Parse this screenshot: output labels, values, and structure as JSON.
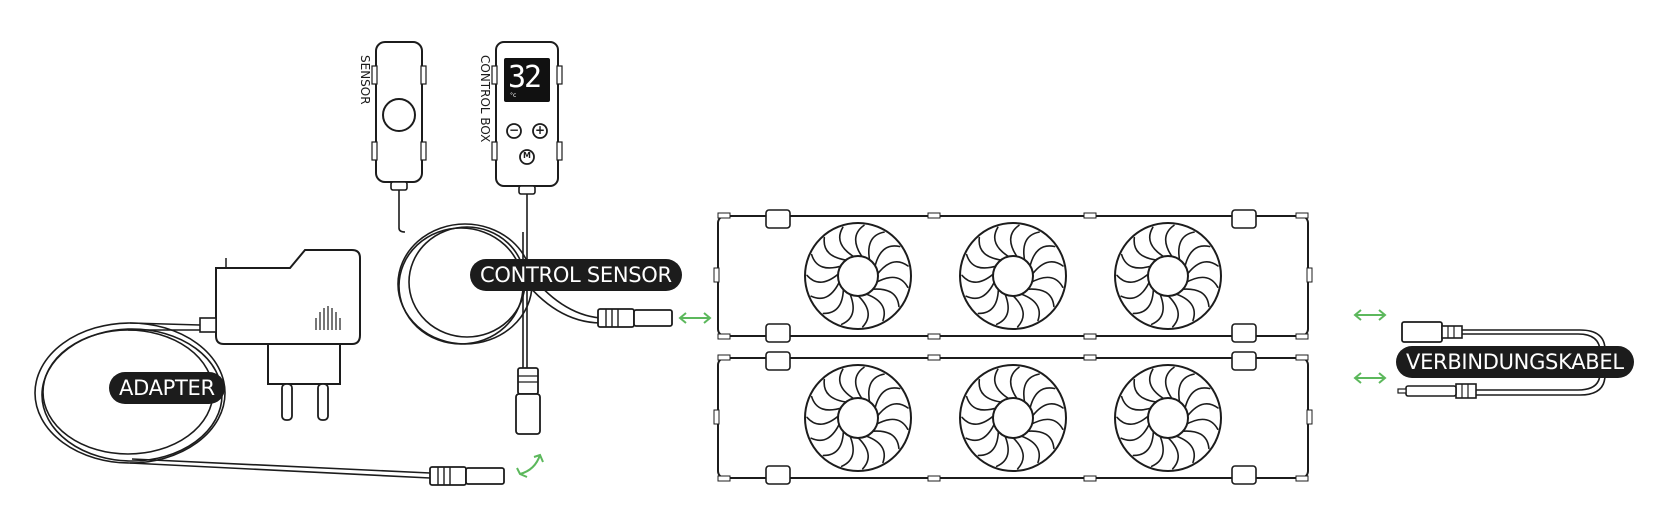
{
  "labels": {
    "adapter": "ADAPTER",
    "control_sensor": "CONTROL SENSOR",
    "verbindungskabel": "VERBINDUNGSKABEL",
    "sensor": "SENSOR",
    "control_box": "CONTROL BOX"
  },
  "control_box": {
    "display_value": "32",
    "display_unit": "°c",
    "minus_button": "−",
    "plus_button": "+",
    "mode_button": "M"
  },
  "colors": {
    "line": "#1c1c1c",
    "label_bg": "#1c1c1c",
    "label_text": "#ffffff",
    "arrow": "#5cb85c"
  },
  "icons": [
    "plug-adapter-icon",
    "sensor-icon",
    "control-box-icon",
    "fan-panel-icon",
    "double-arrow-icon",
    "dc-plug-icon"
  ]
}
